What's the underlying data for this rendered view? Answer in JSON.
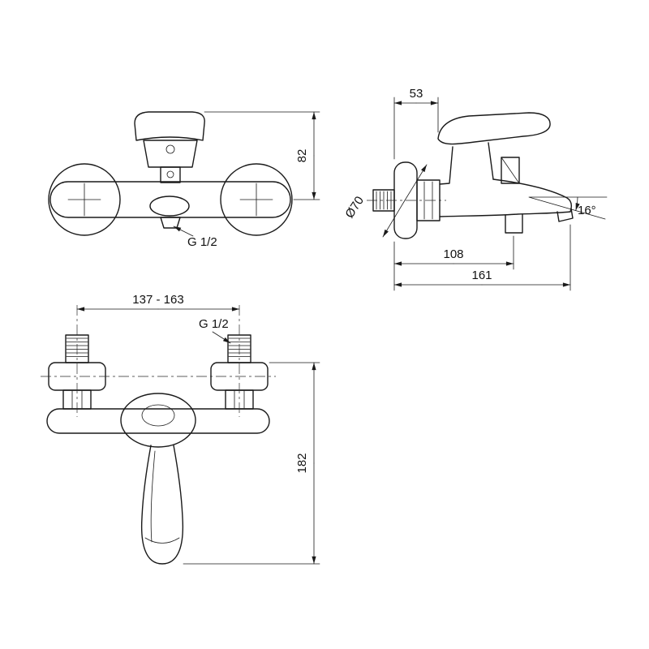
{
  "drawing": {
    "front_view": {
      "height_dim": "82",
      "outlet_thread": "G 1/2"
    },
    "side_view": {
      "wall_to_handle_dim": "53",
      "flange_diameter_dim": "Ø70",
      "wall_to_diverter_dim": "108",
      "reach_dim": "161",
      "spout_angle_dim": "16°"
    },
    "plan_view": {
      "inlet_centers_dim": "137 - 163",
      "inlet_thread": "G 1/2",
      "depth_dim": "182"
    },
    "colors": {
      "line": "#1a1a1a",
      "background": "#ffffff"
    }
  }
}
